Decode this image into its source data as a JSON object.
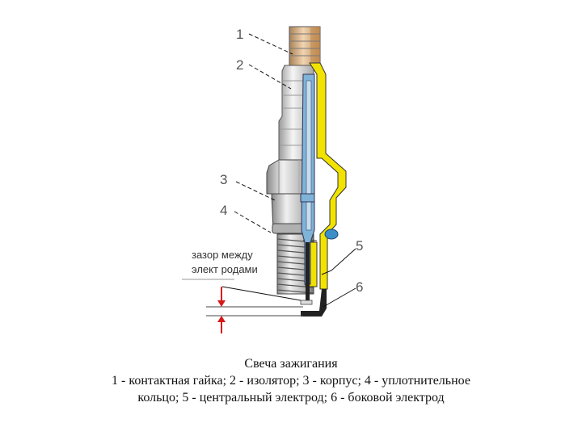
{
  "labels": {
    "n1": "1",
    "n2": "2",
    "n3": "3",
    "n4": "4",
    "n5": "5",
    "n6": "6"
  },
  "gap_label": {
    "line1": "зазор между",
    "line2": "элект родами"
  },
  "caption": {
    "title": "Свеча зажигания",
    "line1": "1 - контактная гайка; 2 - изолятор; 3 - корпус; 4 - уплотнительное",
    "line2": "кольцо; 5 - центральный электрод; 6 - боковой электрод"
  },
  "colors": {
    "body_yellow": "#f2e200",
    "insulator_blue": "#7fb3d8",
    "metal_gray": "#c8c8c8",
    "terminal_tan": "#d8b48a",
    "marker_red": "#d81818"
  }
}
